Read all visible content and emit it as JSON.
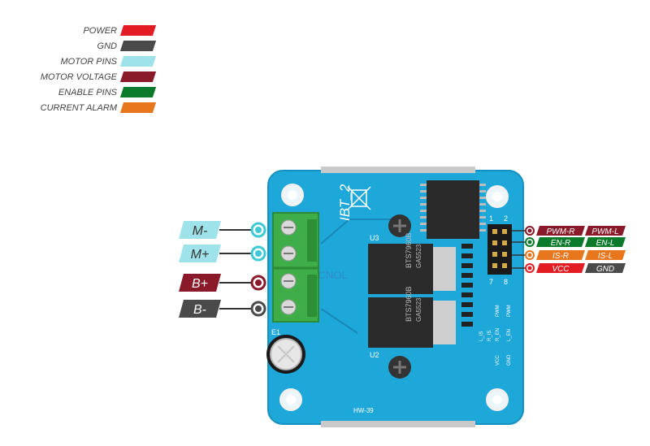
{
  "legend": [
    {
      "label": "POWER",
      "color": "#e31b23"
    },
    {
      "label": "GND",
      "color": "#4a4a4a"
    },
    {
      "label": "MOTOR PINS",
      "color": "#9fe3ea"
    },
    {
      "label": "MOTOR VOLTAGE",
      "color": "#8a1a2a"
    },
    {
      "label": "ENABLE PINS",
      "color": "#0b7a2a"
    },
    {
      "label": "CURRENT ALARM",
      "color": "#e8761c"
    }
  ],
  "left_pins": [
    {
      "label": "M-",
      "color": "#9fe3ea",
      "text_color": "#333333",
      "dot": "#3dc9d6"
    },
    {
      "label": "M+",
      "color": "#9fe3ea",
      "text_color": "#333333",
      "dot": "#3dc9d6"
    },
    {
      "label": "B+",
      "color": "#8a1a2a",
      "text_color": "#ffffff",
      "dot": "#8a1a2a"
    },
    {
      "label": "B-",
      "color": "#4a4a4a",
      "text_color": "#ffffff",
      "dot": "#4a4a4a"
    }
  ],
  "right_pins": [
    {
      "left": "PWM-R",
      "right": "PWM-L",
      "left_color": "#8a1a2a",
      "right_color": "#8a1a2a",
      "dot": "#8a1a2a"
    },
    {
      "left": "EN-R",
      "right": "EN-L",
      "left_color": "#0b7a2a",
      "right_color": "#0b7a2a",
      "dot": "#0b7a2a"
    },
    {
      "left": "IS-R",
      "right": "IS-L",
      "left_color": "#e8761c",
      "right_color": "#e8761c",
      "dot": "#e8761c"
    },
    {
      "left": "VCC",
      "right": "GND",
      "left_color": "#e31b23",
      "right_color": "#4a4a4a",
      "dot": "#e31b23"
    }
  ],
  "board": {
    "color": "#1ea7d9",
    "title": "IBT_2",
    "model": "HW-39",
    "chip_u2": "U2",
    "chip_u3": "U3",
    "pcb_label_7": "7",
    "pcb_label_8": "8",
    "pcb_label_1": "1",
    "pcb_label_2": "2",
    "silk_pwm": "PWM",
    "silk_r_en": "R_EN",
    "silk_l_en": "L_EN",
    "silk_r_is": "R_IS",
    "silk_l_is": "L_IS",
    "silk_vcc": "VCC",
    "silk_gnd": "GND",
    "mosfet_top": "BTS7960B",
    "mosfet_bottom": "BTS7960B",
    "mosfet_code_top": "GA5523",
    "mosfet_code_bottom": "GA5523",
    "cap_label": "E1",
    "watermark": "TECNOL"
  }
}
